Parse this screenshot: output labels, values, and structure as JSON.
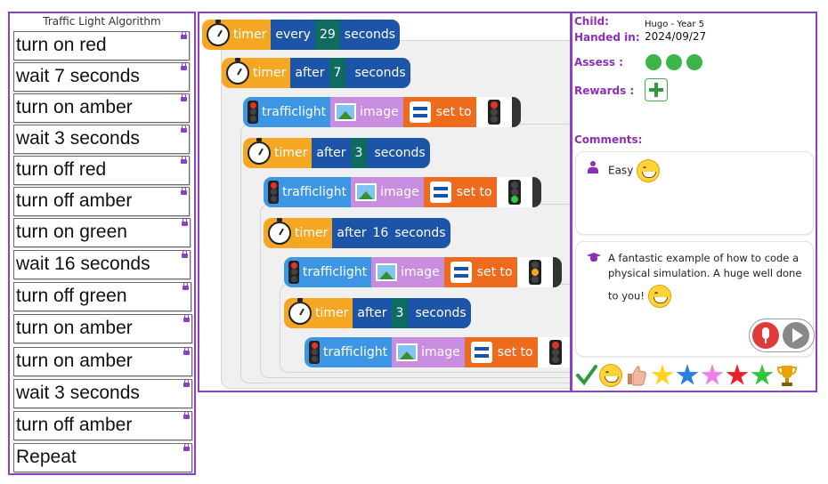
{
  "algorithm": {
    "title": "Traffic Light Algorithm",
    "steps": [
      "turn on red",
      "wait 7 seconds",
      "turn on amber",
      "wait 3 seconds",
      "turn off red",
      "turn off amber",
      "turn on green",
      "wait 16 seconds",
      "turn off green",
      "turn on amber",
      "turn on amber",
      "wait 3 seconds",
      "turn off amber",
      "Repeat"
    ]
  },
  "code": {
    "block1": {
      "timer": "timer",
      "mode": "every",
      "value": "29",
      "unit": "seconds"
    },
    "block2": {
      "timer": "timer",
      "mode": "after",
      "value": "7",
      "unit": "seconds"
    },
    "block3": {
      "object": "trafficlight",
      "prop": "image",
      "action": "set to",
      "light": "red"
    },
    "block4": {
      "timer": "timer",
      "mode": "after",
      "value": "3",
      "unit": "seconds"
    },
    "block5": {
      "object": "trafficlight",
      "prop": "image",
      "action": "set to",
      "light": "green"
    },
    "block6": {
      "timer": "timer",
      "mode": "after",
      "value": "16",
      "unit": "seconds"
    },
    "block7": {
      "object": "trafficlight",
      "prop": "image",
      "action": "set to",
      "light": "amber"
    },
    "block8": {
      "timer": "timer",
      "mode": "after",
      "value": "3",
      "unit": "seconds"
    },
    "block9": {
      "object": "trafficlight",
      "prop": "image",
      "action": "set to",
      "light": "red"
    }
  },
  "feedback": {
    "child_label": "Child:",
    "child_value": "Hugo - Year 5",
    "handed_label": "Handed in:",
    "handed_value": "2024/09/27",
    "assess_label": "Assess :",
    "assess_count": 3,
    "rewards_label": "Rewards :",
    "comments_label": "Comments:",
    "comment1": "Easy",
    "comment2_line1": "A fantastic example of how to code a",
    "comment2_line2": "physical simulation. A huge well done",
    "comment2_line3": "to you!",
    "reward_icons": [
      "check-icon",
      "smiley-icon",
      "thumbs-up-icon",
      "star-yellow-icon",
      "star-blue-icon",
      "star-pink-icon",
      "star-red-icon",
      "star-green-icon",
      "trophy-icon"
    ]
  },
  "colors": {
    "frame": "#8e3fc8",
    "timer": "#f5a623",
    "blue": "#1c55a7",
    "teal": "#0d6b62",
    "object": "#3d96e3",
    "prop": "#c98de0",
    "action": "#ee6b1e"
  }
}
